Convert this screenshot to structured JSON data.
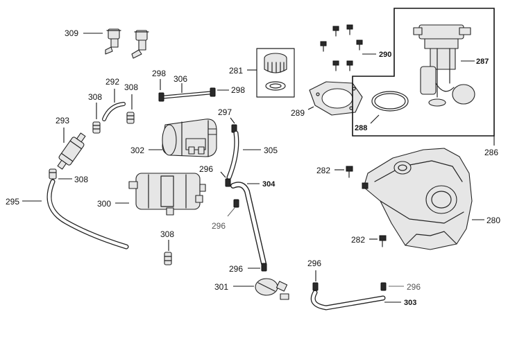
{
  "diagram": {
    "callouts": [
      {
        "id": "c309",
        "text": "309"
      },
      {
        "id": "c292",
        "text": "292"
      },
      {
        "id": "c308a",
        "text": "308"
      },
      {
        "id": "c308b",
        "text": "308"
      },
      {
        "id": "c293",
        "text": "293"
      },
      {
        "id": "c308c",
        "text": "308"
      },
      {
        "id": "c295",
        "text": "295"
      },
      {
        "id": "c298a",
        "text": "298"
      },
      {
        "id": "c306",
        "text": "306"
      },
      {
        "id": "c298b",
        "text": "298"
      },
      {
        "id": "c281",
        "text": "281"
      },
      {
        "id": "c297",
        "text": "297"
      },
      {
        "id": "c302",
        "text": "302"
      },
      {
        "id": "c305",
        "text": "305"
      },
      {
        "id": "c296a",
        "text": "296"
      },
      {
        "id": "c304",
        "text": "304"
      },
      {
        "id": "c300",
        "text": "300"
      },
      {
        "id": "c296b",
        "text": "296"
      },
      {
        "id": "c308d",
        "text": "308"
      },
      {
        "id": "c296c",
        "text": "296"
      },
      {
        "id": "c301",
        "text": "301"
      },
      {
        "id": "c290",
        "text": "290"
      },
      {
        "id": "c287",
        "text": "287"
      },
      {
        "id": "c289",
        "text": "289"
      },
      {
        "id": "c288",
        "text": "288"
      },
      {
        "id": "c286",
        "text": "286"
      },
      {
        "id": "c282a",
        "text": "282"
      },
      {
        "id": "c280",
        "text": "280"
      },
      {
        "id": "c282b",
        "text": "282"
      },
      {
        "id": "c296d",
        "text": "296"
      },
      {
        "id": "c296e",
        "text": "296"
      },
      {
        "id": "c303",
        "text": "303"
      }
    ]
  }
}
